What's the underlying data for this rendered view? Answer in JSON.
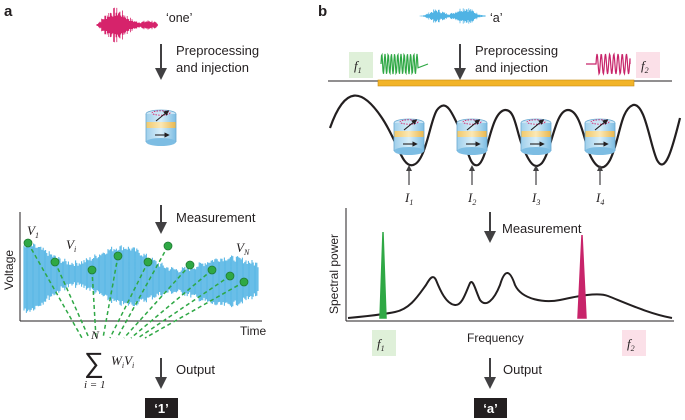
{
  "panel_a": {
    "label": "a",
    "word": "‘one’",
    "step_preprocess_line1": "Preprocessing",
    "step_preprocess_line2": "and injection",
    "step_measure": "Measurement",
    "step_output": "Output",
    "y_axis": "Voltage",
    "x_axis": "Time",
    "v1_letter": "V",
    "v1_sub": "1",
    "vi_letter": "V",
    "vi_sub": "i",
    "vn_letter": "V",
    "vn_sub": "N",
    "sum_top": "N",
    "sum_symbol": "∑",
    "sum_bottom": "i = 1",
    "w_letter": "W",
    "w_sub": "i",
    "wv_letter": "V",
    "wv_sub": "i",
    "result": "‘1’"
  },
  "panel_b": {
    "label": "b",
    "word": "‘a’",
    "step_preprocess_line1": "Preprocessing",
    "step_preprocess_line2": "and injection",
    "step_measure": "Measurement",
    "step_output": "Output",
    "y_axis": "Spectral power",
    "x_axis": "Frequency",
    "f1_letter": "f",
    "f1_sub": "1",
    "f2_letter": "f",
    "f2_sub": "2",
    "currents": [
      {
        "letter": "I",
        "sub": "1"
      },
      {
        "letter": "I",
        "sub": "2"
      },
      {
        "letter": "I",
        "sub": "3"
      },
      {
        "letter": "I",
        "sub": "4"
      }
    ],
    "result": "‘a’"
  },
  "colors": {
    "waveform_one": "#d6236b",
    "waveform_a": "#4fb3e4",
    "voltage_trace": "#4fb3e4",
    "sample_dots": "#2fa845",
    "f1": "#2fa845",
    "f2": "#c8246a",
    "f1_box": "#dff0d9",
    "f2_box": "#fbe0e8",
    "strip": "#f2b429",
    "output_box": "#231f20"
  }
}
